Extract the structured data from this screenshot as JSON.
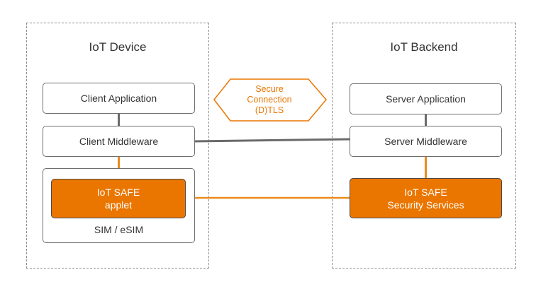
{
  "iot_device": {
    "title": "IoT Device",
    "client_application": "Client Application",
    "client_middleware": "Client Middleware",
    "applet_line1": "IoT SAFE",
    "applet_line2": "applet",
    "sim_label": "SIM / eSIM"
  },
  "iot_backend": {
    "title": "IoT Backend",
    "server_application": "Server Application",
    "server_middleware": "Server Middleware",
    "security_line1": "IoT SAFE",
    "security_line2": "Security Services"
  },
  "secure_connection": {
    "line1": "Secure",
    "line2": "Connection",
    "line3": "(D)TLS"
  },
  "colors": {
    "accent_orange": "#ea7600",
    "connector_gray": "#6a6a6a",
    "dashed_border": "#8c8c8c"
  }
}
